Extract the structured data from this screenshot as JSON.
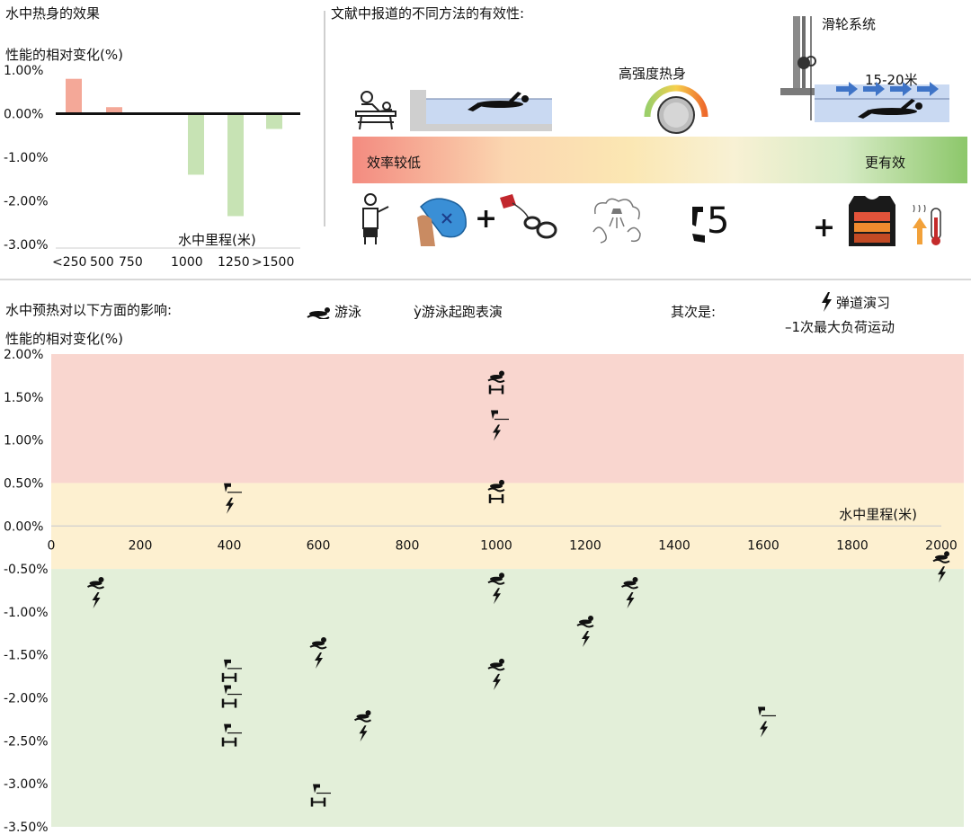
{
  "top_left": {
    "title": "水中热身的效果",
    "ylabel": "性能的相对变化(%)",
    "xlabel": "水中里程(米)"
  },
  "top_right": {
    "title": "文献中报道的不同方法的有效性:",
    "high_intensity_label": "高强度热身",
    "pulley_label": "滑轮系统",
    "distance_label": "15-20米",
    "less_effective": "效率较低",
    "more_effective": "更有效",
    "countdown": "5"
  },
  "bottom": {
    "title": "水中预热对以下方面的影响:",
    "legend_swim": "游泳",
    "legend_start": "ỳ游泳起跑表演",
    "legend_secondary": "其次是:",
    "legend_ballistic": "弹道演习",
    "legend_1rm": "–1次最大负荷运动",
    "ylabel": "性能的相对变化(%)",
    "xlabel": "水中里程(米)"
  },
  "colors": {
    "bar_positive": "#f4a898",
    "bar_negative": "#c7e3b4",
    "zone_red": "#f9d6cf",
    "zone_yellow": "#fdf0d0",
    "zone_green": "#e3efd9",
    "gradient_red": "#f38b80",
    "gradient_yellow": "#fbe7b3",
    "gradient_green": "#8cc76a"
  },
  "icons": [
    "massage-table-icon",
    "swimmer-icon",
    "speedometer-icon",
    "pulley-icon",
    "arrow-icon",
    "stretching-icon",
    "hand-paddles-icon",
    "resistance-band-icon",
    "shower-icon",
    "countdown-icon",
    "heated-vest-icon",
    "thermometer-icon",
    "swim-marker-icon",
    "start-marker-icon",
    "ballistic-icon",
    "weight-icon"
  ],
  "chart_data": [
    {
      "type": "bar",
      "ylabel": "性能的相对变化(%)",
      "xlabel": "水中里程(米)",
      "categories": [
        "<250",
        "500",
        "750",
        "1000",
        "1250",
        ">1500"
      ],
      "values": [
        0.8,
        0.15,
        null,
        -1.4,
        -2.35,
        -0.35
      ],
      "ylim": [
        -3.0,
        1.0
      ],
      "yticks": [
        "1.00%",
        "0.00%",
        "-1.00%",
        "-2.00%",
        "-3.00%"
      ],
      "grid": false
    },
    {
      "type": "scatter",
      "ylabel": "性能的相对变化(%)",
      "xlabel": "水中里程(米)",
      "xlim": [
        0,
        2000
      ],
      "ylim": [
        -3.5,
        2.0
      ],
      "xticks": [
        "0",
        "200",
        "400",
        "600",
        "800",
        "1000",
        "1200",
        "1400",
        "1600",
        "1800",
        "2000"
      ],
      "yticks": [
        "2.00%",
        "1.50%",
        "1.00%",
        "0.50%",
        "0.00%",
        "-0.50%",
        "-1.00%",
        "-1.50%",
        "-2.00%",
        "-2.50%",
        "-3.00%",
        "-3.50%"
      ],
      "zones": [
        {
          "from": 0.5,
          "to": 2.0,
          "color": "#f9d6cf"
        },
        {
          "from": -0.5,
          "to": 0.5,
          "color": "#fdf0d0"
        },
        {
          "from": -3.5,
          "to": -0.5,
          "color": "#e3efd9"
        }
      ],
      "points": [
        {
          "x": 100,
          "y": -0.75,
          "marker": "swim-ballistic"
        },
        {
          "x": 400,
          "y": 0.35,
          "marker": "start-ballistic"
        },
        {
          "x": 400,
          "y": -1.7,
          "marker": "start-1rm"
        },
        {
          "x": 400,
          "y": -2.0,
          "marker": "start-1rm"
        },
        {
          "x": 400,
          "y": -2.45,
          "marker": "start-1rm"
        },
        {
          "x": 600,
          "y": -1.45,
          "marker": "swim-ballistic"
        },
        {
          "x": 600,
          "y": -3.15,
          "marker": "start-1rm"
        },
        {
          "x": 700,
          "y": -2.3,
          "marker": "swim-ballistic"
        },
        {
          "x": 1000,
          "y": 1.65,
          "marker": "swim-1rm"
        },
        {
          "x": 1000,
          "y": 1.2,
          "marker": "start-ballistic"
        },
        {
          "x": 1000,
          "y": 0.38,
          "marker": "swim-1rm"
        },
        {
          "x": 1000,
          "y": -0.7,
          "marker": "swim-ballistic"
        },
        {
          "x": 1000,
          "y": -1.7,
          "marker": "swim-ballistic"
        },
        {
          "x": 1200,
          "y": -1.2,
          "marker": "swim-ballistic"
        },
        {
          "x": 1300,
          "y": -0.75,
          "marker": "swim-ballistic"
        },
        {
          "x": 1600,
          "y": -2.25,
          "marker": "start-ballistic"
        },
        {
          "x": 2000,
          "y": -0.45,
          "marker": "swim-ballistic"
        }
      ]
    }
  ]
}
